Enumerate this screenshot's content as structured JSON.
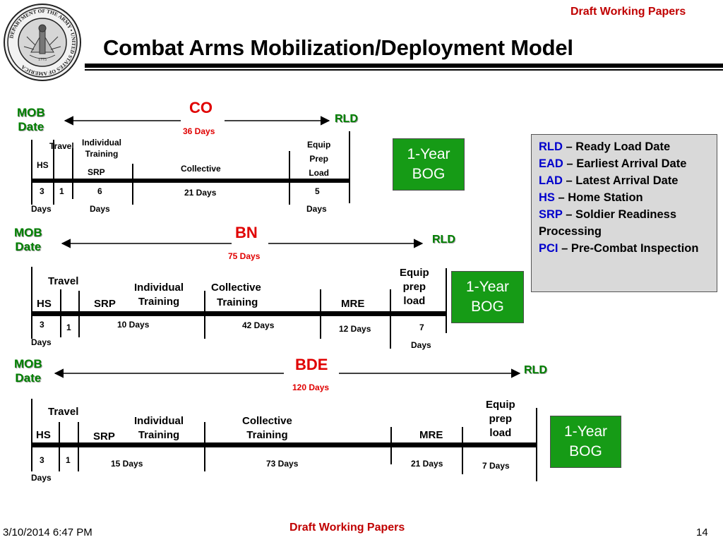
{
  "header": {
    "draft": "Draft Working Papers",
    "title": "Combat Arms Mobilization/Deployment Model"
  },
  "seal": {
    "name": "army-seal",
    "text": "DEPARTMENT OF THE ARMY • UNITED STATES OF AMERICA",
    "year": "1775"
  },
  "colors": {
    "accent_red": "#e00000",
    "accent_green": "#008000",
    "bog_green": "#169b16",
    "abbr_blue": "#0000cc",
    "draft_red": "#c00000"
  },
  "co": {
    "mob_line1": "MOB",
    "mob_line2": "Date",
    "unit": "CO",
    "total": "36 Days",
    "rld": "RLD",
    "hs": "HS",
    "travel": "Travel",
    "individual_line1": "Individual",
    "individual_line2": "Training",
    "srp": "SRP",
    "collective": "Collective",
    "equip_line1": "Equip",
    "equip_line2": "Prep",
    "equip_line3": "Load",
    "hs_count": "3",
    "hs_unit": "Days",
    "travel_count": "1",
    "ind_count": "6",
    "ind_unit": "Days",
    "coll_days": "21 Days",
    "equip_count": "5",
    "equip_unit": "Days",
    "bog_line1": "1-Year",
    "bog_line2": "BOG"
  },
  "bn": {
    "mob_line1": "MOB",
    "mob_line2": "Date",
    "unit": "BN",
    "total": "75 Days",
    "rld": "RLD",
    "travel": "Travel",
    "hs": "HS",
    "srp": "SRP",
    "individual_line1": "Individual",
    "individual_line2": "Training",
    "collective_line1": "Collective",
    "collective_line2": "Training",
    "mre": "MRE",
    "equip_line1": "Equip",
    "equip_line2": "prep",
    "equip_line3": "load",
    "hs_count": "3",
    "hs_unit": "Days",
    "travel_count": "1",
    "ind_days": "10 Days",
    "coll_days": "42 Days",
    "mre_days": "12 Days",
    "equip_count": "7",
    "equip_unit": "Days",
    "bog_line1": "1-Year",
    "bog_line2": "BOG"
  },
  "bde": {
    "mob_line1": "MOB",
    "mob_line2": "Date",
    "unit": "BDE",
    "total": "120 Days",
    "rld": "RLD",
    "travel": "Travel",
    "hs": "HS",
    "srp": "SRP",
    "individual_line1": "Individual",
    "individual_line2": "Training",
    "collective_line1": "Collective",
    "collective_line2": "Training",
    "mre": "MRE",
    "equip_line1": "Equip",
    "equip_line2": "prep",
    "equip_line3": "load",
    "hs_count": "3",
    "hs_unit": "Days",
    "travel_count": "1",
    "ind_days": "15 Days",
    "coll_days": "73 Days",
    "mre_days": "21 Days",
    "equip_days": "7 Days",
    "bog_line1": "1-Year",
    "bog_line2": "BOG"
  },
  "legend": [
    {
      "abbr": "RLD",
      "text": " – Ready Load Date"
    },
    {
      "abbr": "EAD",
      "text": " – Earliest Arrival Date"
    },
    {
      "abbr": "LAD",
      "text": " – Latest Arrival Date"
    },
    {
      "abbr": "HS",
      "text": " – Home Station"
    },
    {
      "abbr": "SRP",
      "text": " – Soldier Readiness Processing"
    },
    {
      "abbr": "PCI",
      "text": " – Pre-Combat Inspection"
    }
  ],
  "footer": {
    "date": "3/10/2014 6:47 PM",
    "draft": "Draft Working Papers",
    "page": "14"
  }
}
